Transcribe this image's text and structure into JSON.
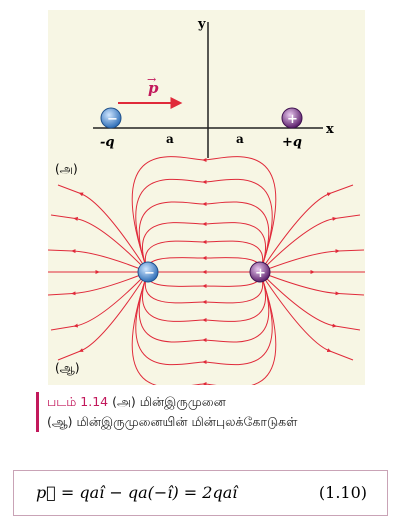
{
  "figure": {
    "part_a": {
      "label": "(அ)",
      "x_axis_label": "x",
      "y_axis_label": "y",
      "dipole_label": "p",
      "dipole_arrow": "→",
      "left_charge_symbol": "−",
      "right_charge_symbol": "+",
      "left_charge_label": "-q",
      "right_charge_label": "+q",
      "left_distance": "a",
      "right_distance": "a"
    },
    "part_b": {
      "label": "(ஆ)",
      "left_charge_symbol": "−",
      "right_charge_symbol": "+"
    },
    "colors": {
      "field_line": "#e02a3a",
      "negative_charge": "#4a90d9",
      "positive_charge": "#7d3a8c",
      "panel_bg": "#f7f6e4"
    }
  },
  "caption": {
    "number": "படம் 1.14",
    "line1": "(அ) மின்இருமுனை",
    "line2": "(ஆ) மின்இருமுனையின் மின்புலக்கோடுகள்"
  },
  "equation": {
    "text": "p⃗ = qaî − qa(−î) = 2qaî",
    "number": "(1.10)"
  }
}
